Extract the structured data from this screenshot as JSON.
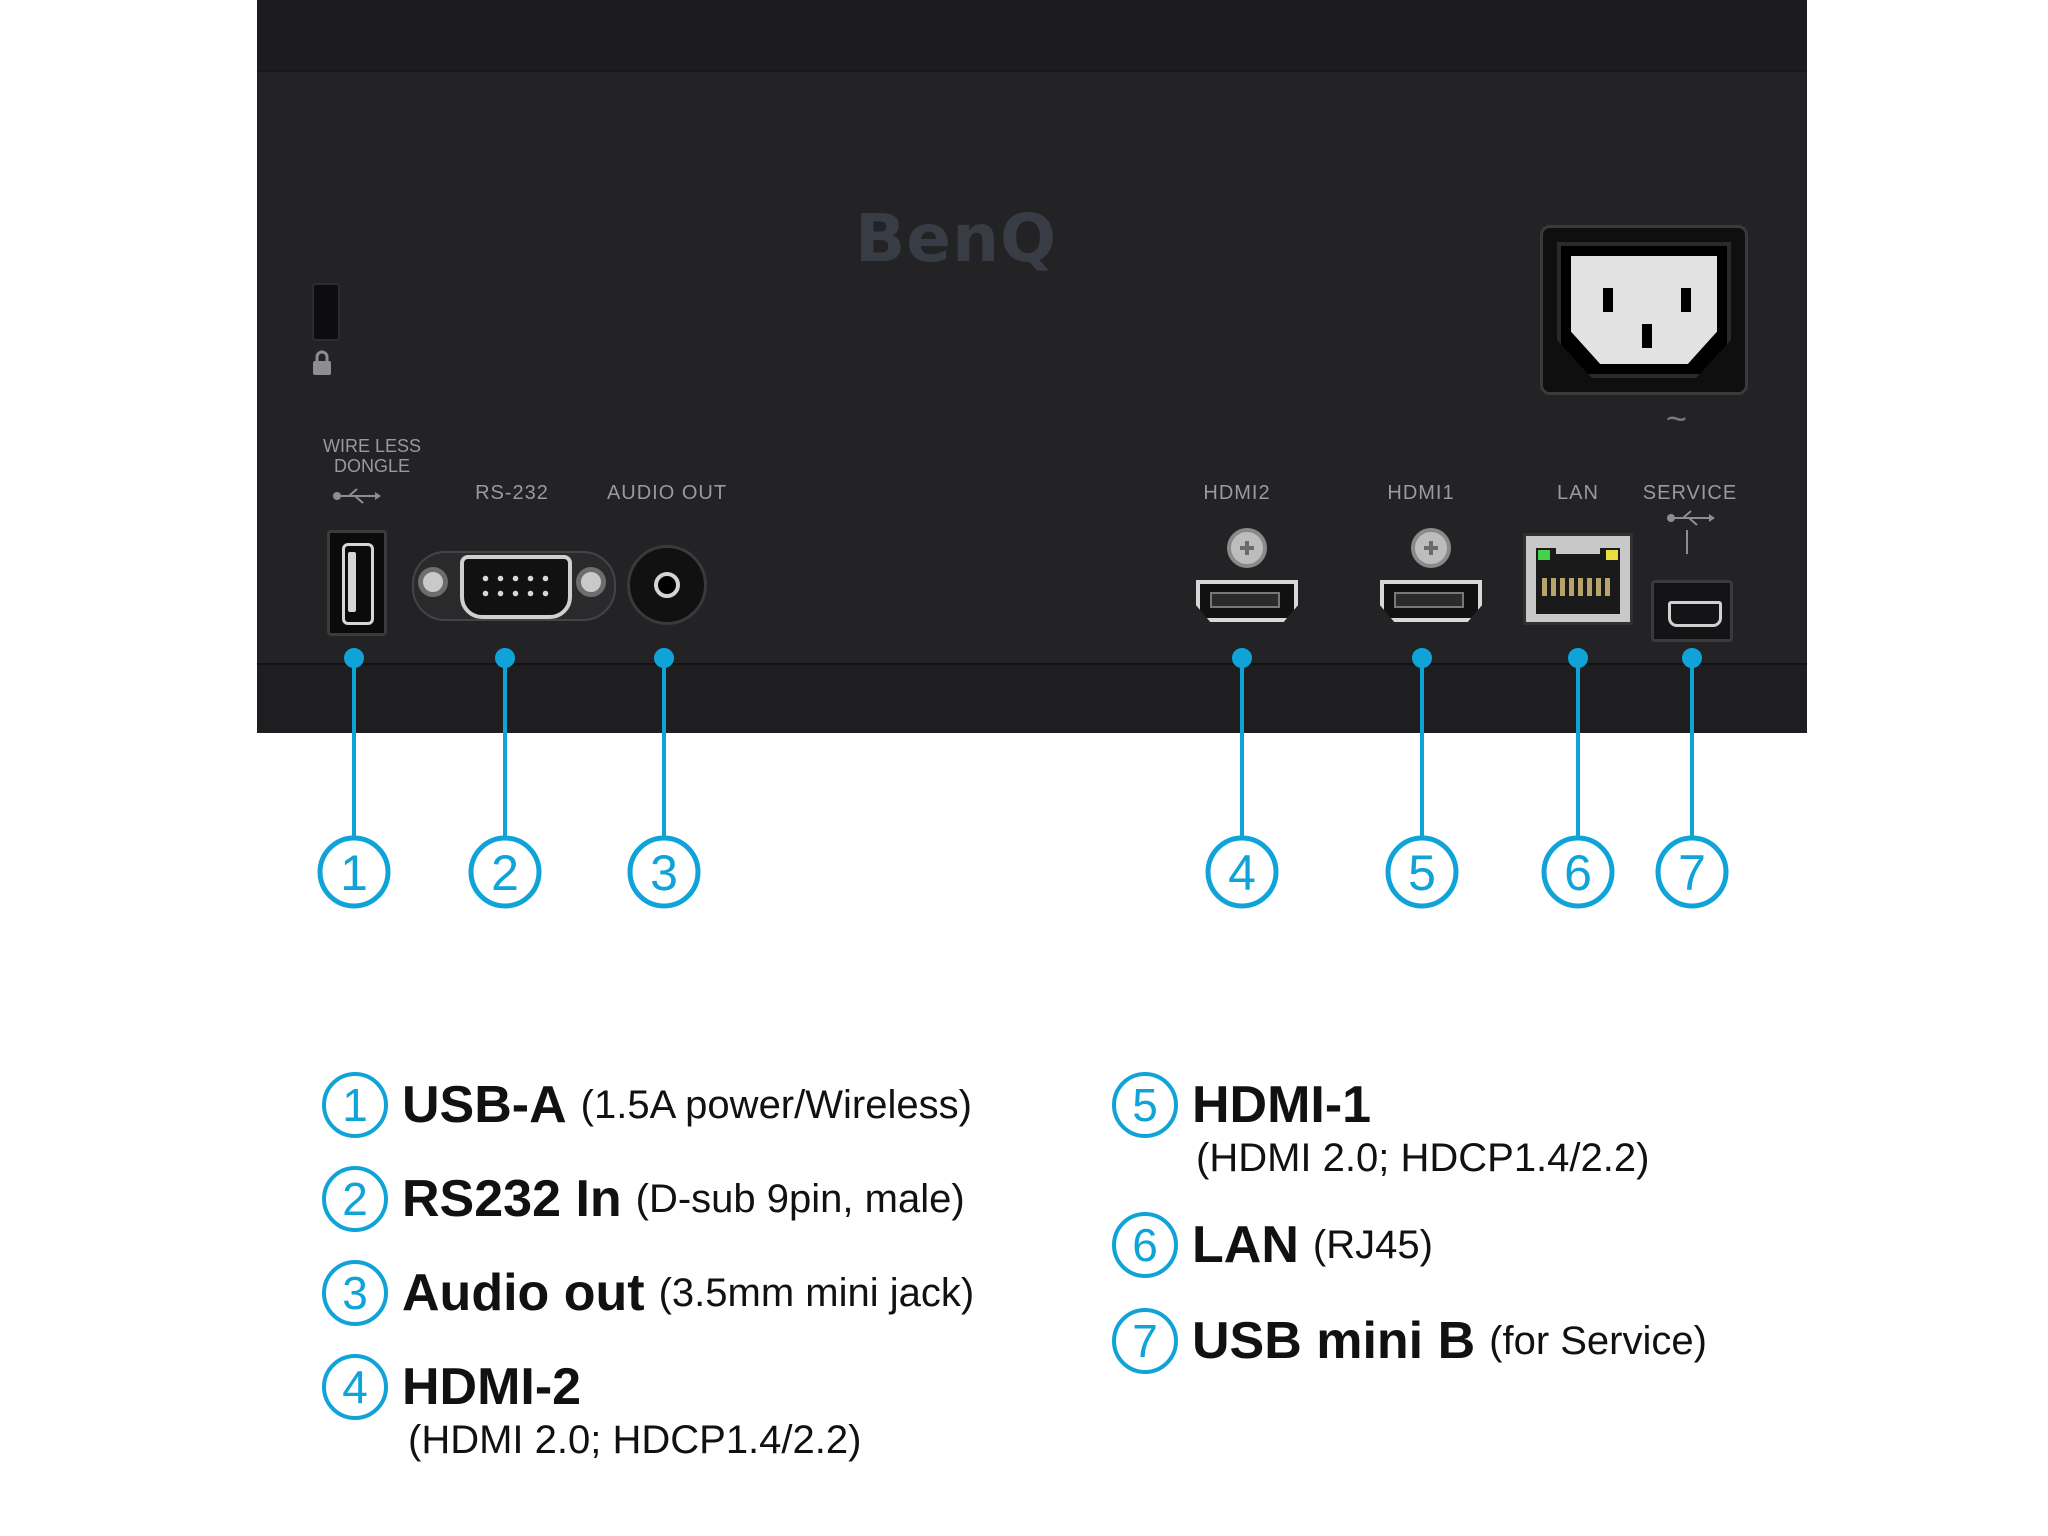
{
  "brand": "BenQ",
  "panel_labels": {
    "wireless_dongle": "WIRE LESS\nDONGLE",
    "rs232": "RS-232",
    "audio_out": "AUDIO OUT",
    "hdmi2": "HDMI2",
    "hdmi1": "HDMI1",
    "lan": "LAN",
    "service": "SERVICE",
    "ac_symbol": "~"
  },
  "callouts": [
    "1",
    "2",
    "3",
    "4",
    "5",
    "6",
    "7"
  ],
  "legend": [
    {
      "num": "1",
      "name": "USB-A",
      "spec": "(1.5A power/Wireless)"
    },
    {
      "num": "2",
      "name": "RS232 In",
      "spec": "(D-sub 9pin, male)"
    },
    {
      "num": "3",
      "name": "Audio out",
      "spec": "(3.5mm mini jack)"
    },
    {
      "num": "4",
      "name": "HDMI-2",
      "spec": "(HDMI 2.0; HDCP1.4/2.2)"
    },
    {
      "num": "5",
      "name": "HDMI-1",
      "spec": "(HDMI 2.0; HDCP1.4/2.2)"
    },
    {
      "num": "6",
      "name": "LAN",
      "spec": "(RJ45)"
    },
    {
      "num": "7",
      "name": "USB mini B",
      "spec": "(for Service)"
    }
  ],
  "colors": {
    "accent": "#0fa3d8",
    "panel": "#232325",
    "text": "#111111"
  }
}
